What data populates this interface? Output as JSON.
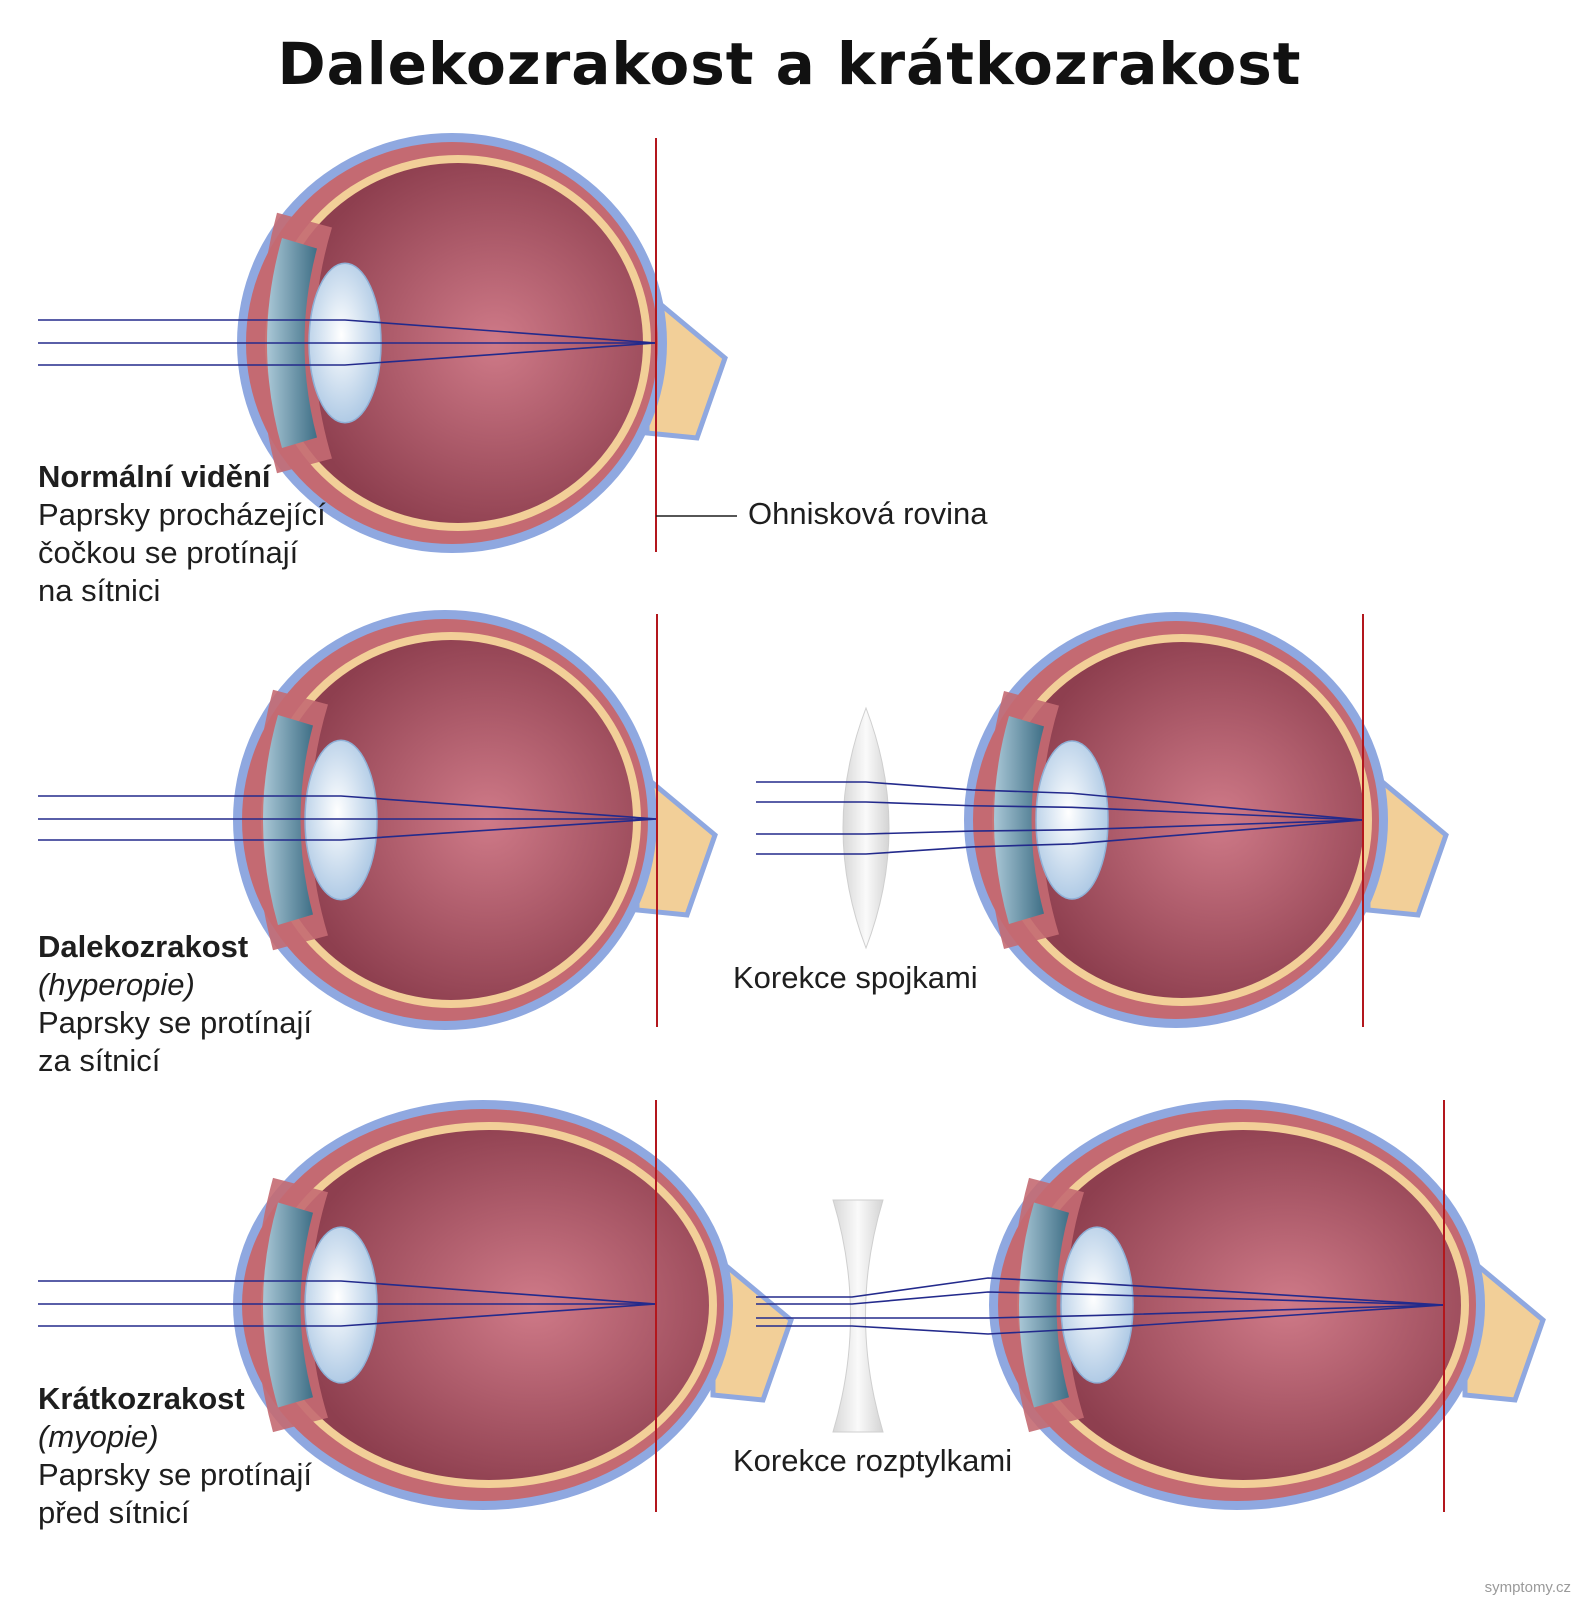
{
  "title": "Dalekozrakost a krátkozrakost",
  "panels": {
    "normal": {
      "heading": "Normální vidění",
      "lines": [
        "Paprsky procházející",
        "čočkou se protínají",
        "na sítnici"
      ]
    },
    "hyperopia": {
      "heading": "Dalekozrakost",
      "term": "(hyperopie)",
      "lines": [
        "Paprsky se protínají",
        "za sítnicí"
      ]
    },
    "myopia": {
      "heading": "Krátkozrakost",
      "term": "(myopie)",
      "lines": [
        "Paprsky se protínají",
        "před sítnicí"
      ]
    }
  },
  "labels": {
    "focal_plane": "Ohnisková rovina",
    "convex_correction": "Korekce spojkami",
    "concave_correction": "Korekce rozptylkami"
  },
  "watermark": "symptomy.cz",
  "colors": {
    "sclera": "#8fa8e0",
    "choroid": "#c46a72",
    "vitreous": "#b85565",
    "retina": "#f2cf98",
    "cornea": "#eef0f4",
    "iris": "#5e8fa3",
    "lens": "#cfe2f3",
    "ray": "#232a8c",
    "focal_line": "#b3171d",
    "glass": "#e4e4e4"
  }
}
